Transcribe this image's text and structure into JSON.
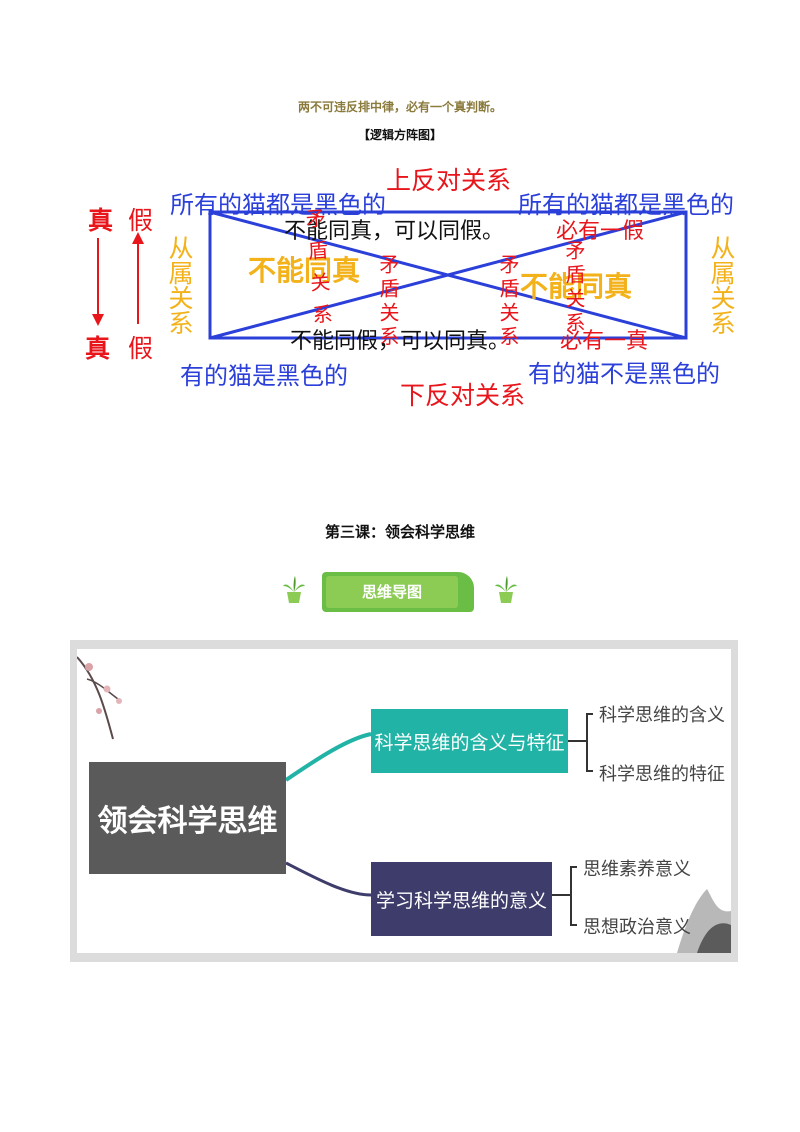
{
  "note": "两不可违反排中律，必有一个真判断。",
  "square": {
    "heading": "【逻辑方阵图】",
    "top_relation": "上反对关系",
    "bottom_relation": "下反对关系",
    "top_left": "所有的猫都是黑色的",
    "top_right": "所有的猫都是黑色的",
    "bottom_left": "有的猫是黑色的",
    "bottom_right": "有的猫不是黑色的",
    "top_rule": "不能同真，可以同假。",
    "top_rule_must": "必有一假",
    "bottom_rule": "不能同假，可以同真。",
    "bottom_rule_must": "必有一真",
    "contradiction": "矛盾关系",
    "cannot_both_true": "不能同真",
    "subaltern": "从属关系",
    "left_true": "真",
    "left_false": "假",
    "left_bottom_true": "真",
    "left_bottom_false": "假",
    "colors": {
      "blue": "#2b3fd9",
      "red": "#e8151b",
      "gold": "#f3b21a"
    }
  },
  "lesson_title": "第三课：领会科学思维",
  "mindmap": {
    "banner": "思维导图",
    "root": "领会科学思维",
    "branches": [
      {
        "label": "科学思维的含义与特征",
        "color": "#21b3a5",
        "children": [
          "科学思维的含义",
          "科学思维的特征"
        ]
      },
      {
        "label": "学习科学思维的意义",
        "color": "#3e3c6a",
        "children": [
          "思维素养意义",
          "思想政治意义"
        ]
      }
    ],
    "root_color": "#5a5a5a"
  }
}
